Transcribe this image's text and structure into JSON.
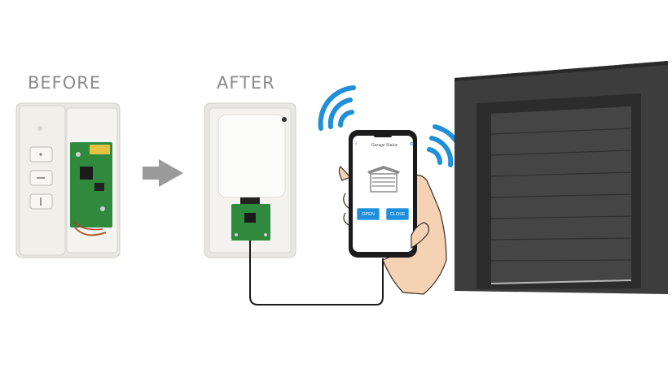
{
  "labels": {
    "before": "BEFORE",
    "after": "AFTER"
  },
  "phone": {
    "title": "Garage Status",
    "back_icon": "chevron-left-icon",
    "settings_icon": "gear-icon",
    "open_label": "OPEN",
    "close_label": "CLOSE"
  },
  "colors": {
    "wifi": "#1e8fd8",
    "door": "#3a3a3a",
    "pcb": "#2f8a3e",
    "arrow": "#9a9a9a",
    "button_blue": "#1e8fd8"
  }
}
